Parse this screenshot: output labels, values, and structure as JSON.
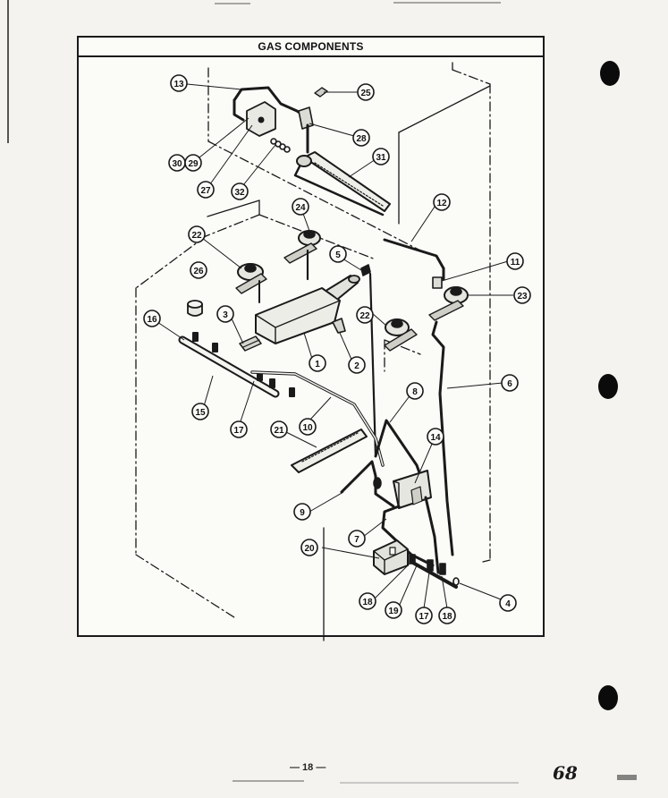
{
  "title": "GAS COMPONENTS",
  "page_number": "— 18 —",
  "handwritten_number": "68",
  "callouts": [
    {
      "id": "c13",
      "label": "13"
    },
    {
      "id": "c25",
      "label": "25"
    },
    {
      "id": "c28",
      "label": "28"
    },
    {
      "id": "c30",
      "label": "30"
    },
    {
      "id": "c29",
      "label": "29"
    },
    {
      "id": "c27",
      "label": "27"
    },
    {
      "id": "c32",
      "label": "32"
    },
    {
      "id": "c31",
      "label": "31"
    },
    {
      "id": "c12",
      "label": "12"
    },
    {
      "id": "c24",
      "label": "24"
    },
    {
      "id": "c22a",
      "label": "22"
    },
    {
      "id": "c5",
      "label": "5"
    },
    {
      "id": "c11",
      "label": "11"
    },
    {
      "id": "c26",
      "label": "26"
    },
    {
      "id": "c23",
      "label": "23"
    },
    {
      "id": "c3",
      "label": "3"
    },
    {
      "id": "c22b",
      "label": "22"
    },
    {
      "id": "c16",
      "label": "16"
    },
    {
      "id": "c1",
      "label": "1"
    },
    {
      "id": "c2",
      "label": "2"
    },
    {
      "id": "c6",
      "label": "6"
    },
    {
      "id": "c8",
      "label": "8"
    },
    {
      "id": "c15",
      "label": "15"
    },
    {
      "id": "c17a",
      "label": "17"
    },
    {
      "id": "c10",
      "label": "10"
    },
    {
      "id": "c21",
      "label": "21"
    },
    {
      "id": "c14",
      "label": "14"
    },
    {
      "id": "c9",
      "label": "9"
    },
    {
      "id": "c7",
      "label": "7"
    },
    {
      "id": "c20",
      "label": "20"
    },
    {
      "id": "c4",
      "label": "4"
    },
    {
      "id": "c18a",
      "label": "18"
    },
    {
      "id": "c19",
      "label": "19"
    },
    {
      "id": "c17b",
      "label": "17"
    },
    {
      "id": "c18b",
      "label": "18"
    }
  ]
}
